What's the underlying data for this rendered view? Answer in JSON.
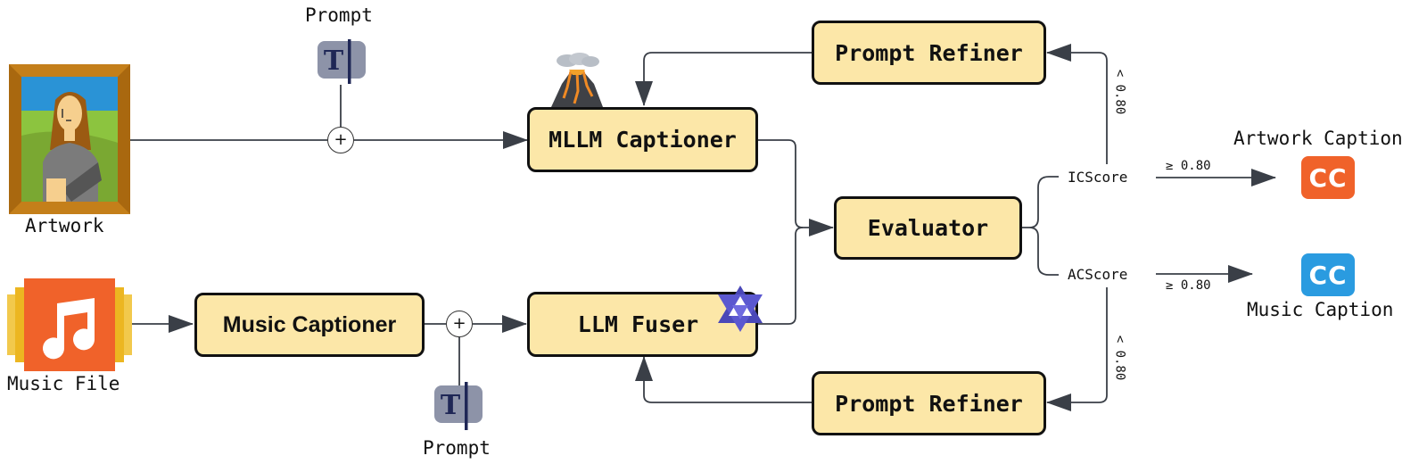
{
  "colors": {
    "node_fill": "#fce7a8",
    "node_border": "#111111",
    "edge": "#3a3f47",
    "artwork_caption_badge": "#f0622a",
    "music_caption_badge": "#2a9be0",
    "prompt_icon_bg": "#8d93a8",
    "prompt_icon_fg": "#1f2756",
    "music_file_bg": "#f0622a",
    "music_file_side": "#f2c230"
  },
  "inputs": {
    "artwork_label": "Artwork",
    "music_file_label": "Music File",
    "prompt_top_label": "Prompt",
    "prompt_bottom_label": "Prompt",
    "prompt_icon_glyph": "T"
  },
  "nodes": {
    "mllm_captioner": "MLLM Captioner",
    "music_captioner": "Music Captioner",
    "llm_fuser": "LLM Fuser",
    "evaluator": "Evaluator",
    "prompt_refiner_top": "Prompt Refiner",
    "prompt_refiner_bottom": "Prompt Refiner"
  },
  "operators": {
    "concat_symbol": "+"
  },
  "scores": {
    "ic_score": "ICScore",
    "ac_score": "ACScore",
    "pass_threshold_top": "≥ 0.80",
    "pass_threshold_bottom": "≥ 0.80",
    "fail_threshold_top": "< 0.80",
    "fail_threshold_bottom": "< 0.80"
  },
  "outputs": {
    "artwork_caption_label": "Artwork Caption",
    "music_caption_label": "Music Caption",
    "caption_badge_text": "CC"
  },
  "icons": {
    "mllm_badge": "volcano-icon",
    "llm_badge": "qwen-star-icon",
    "artwork": "mona-lisa-frame-icon",
    "music_file": "music-note-file-icon",
    "prompt": "text-cursor-icon",
    "caption": "closed-caption-icon"
  }
}
